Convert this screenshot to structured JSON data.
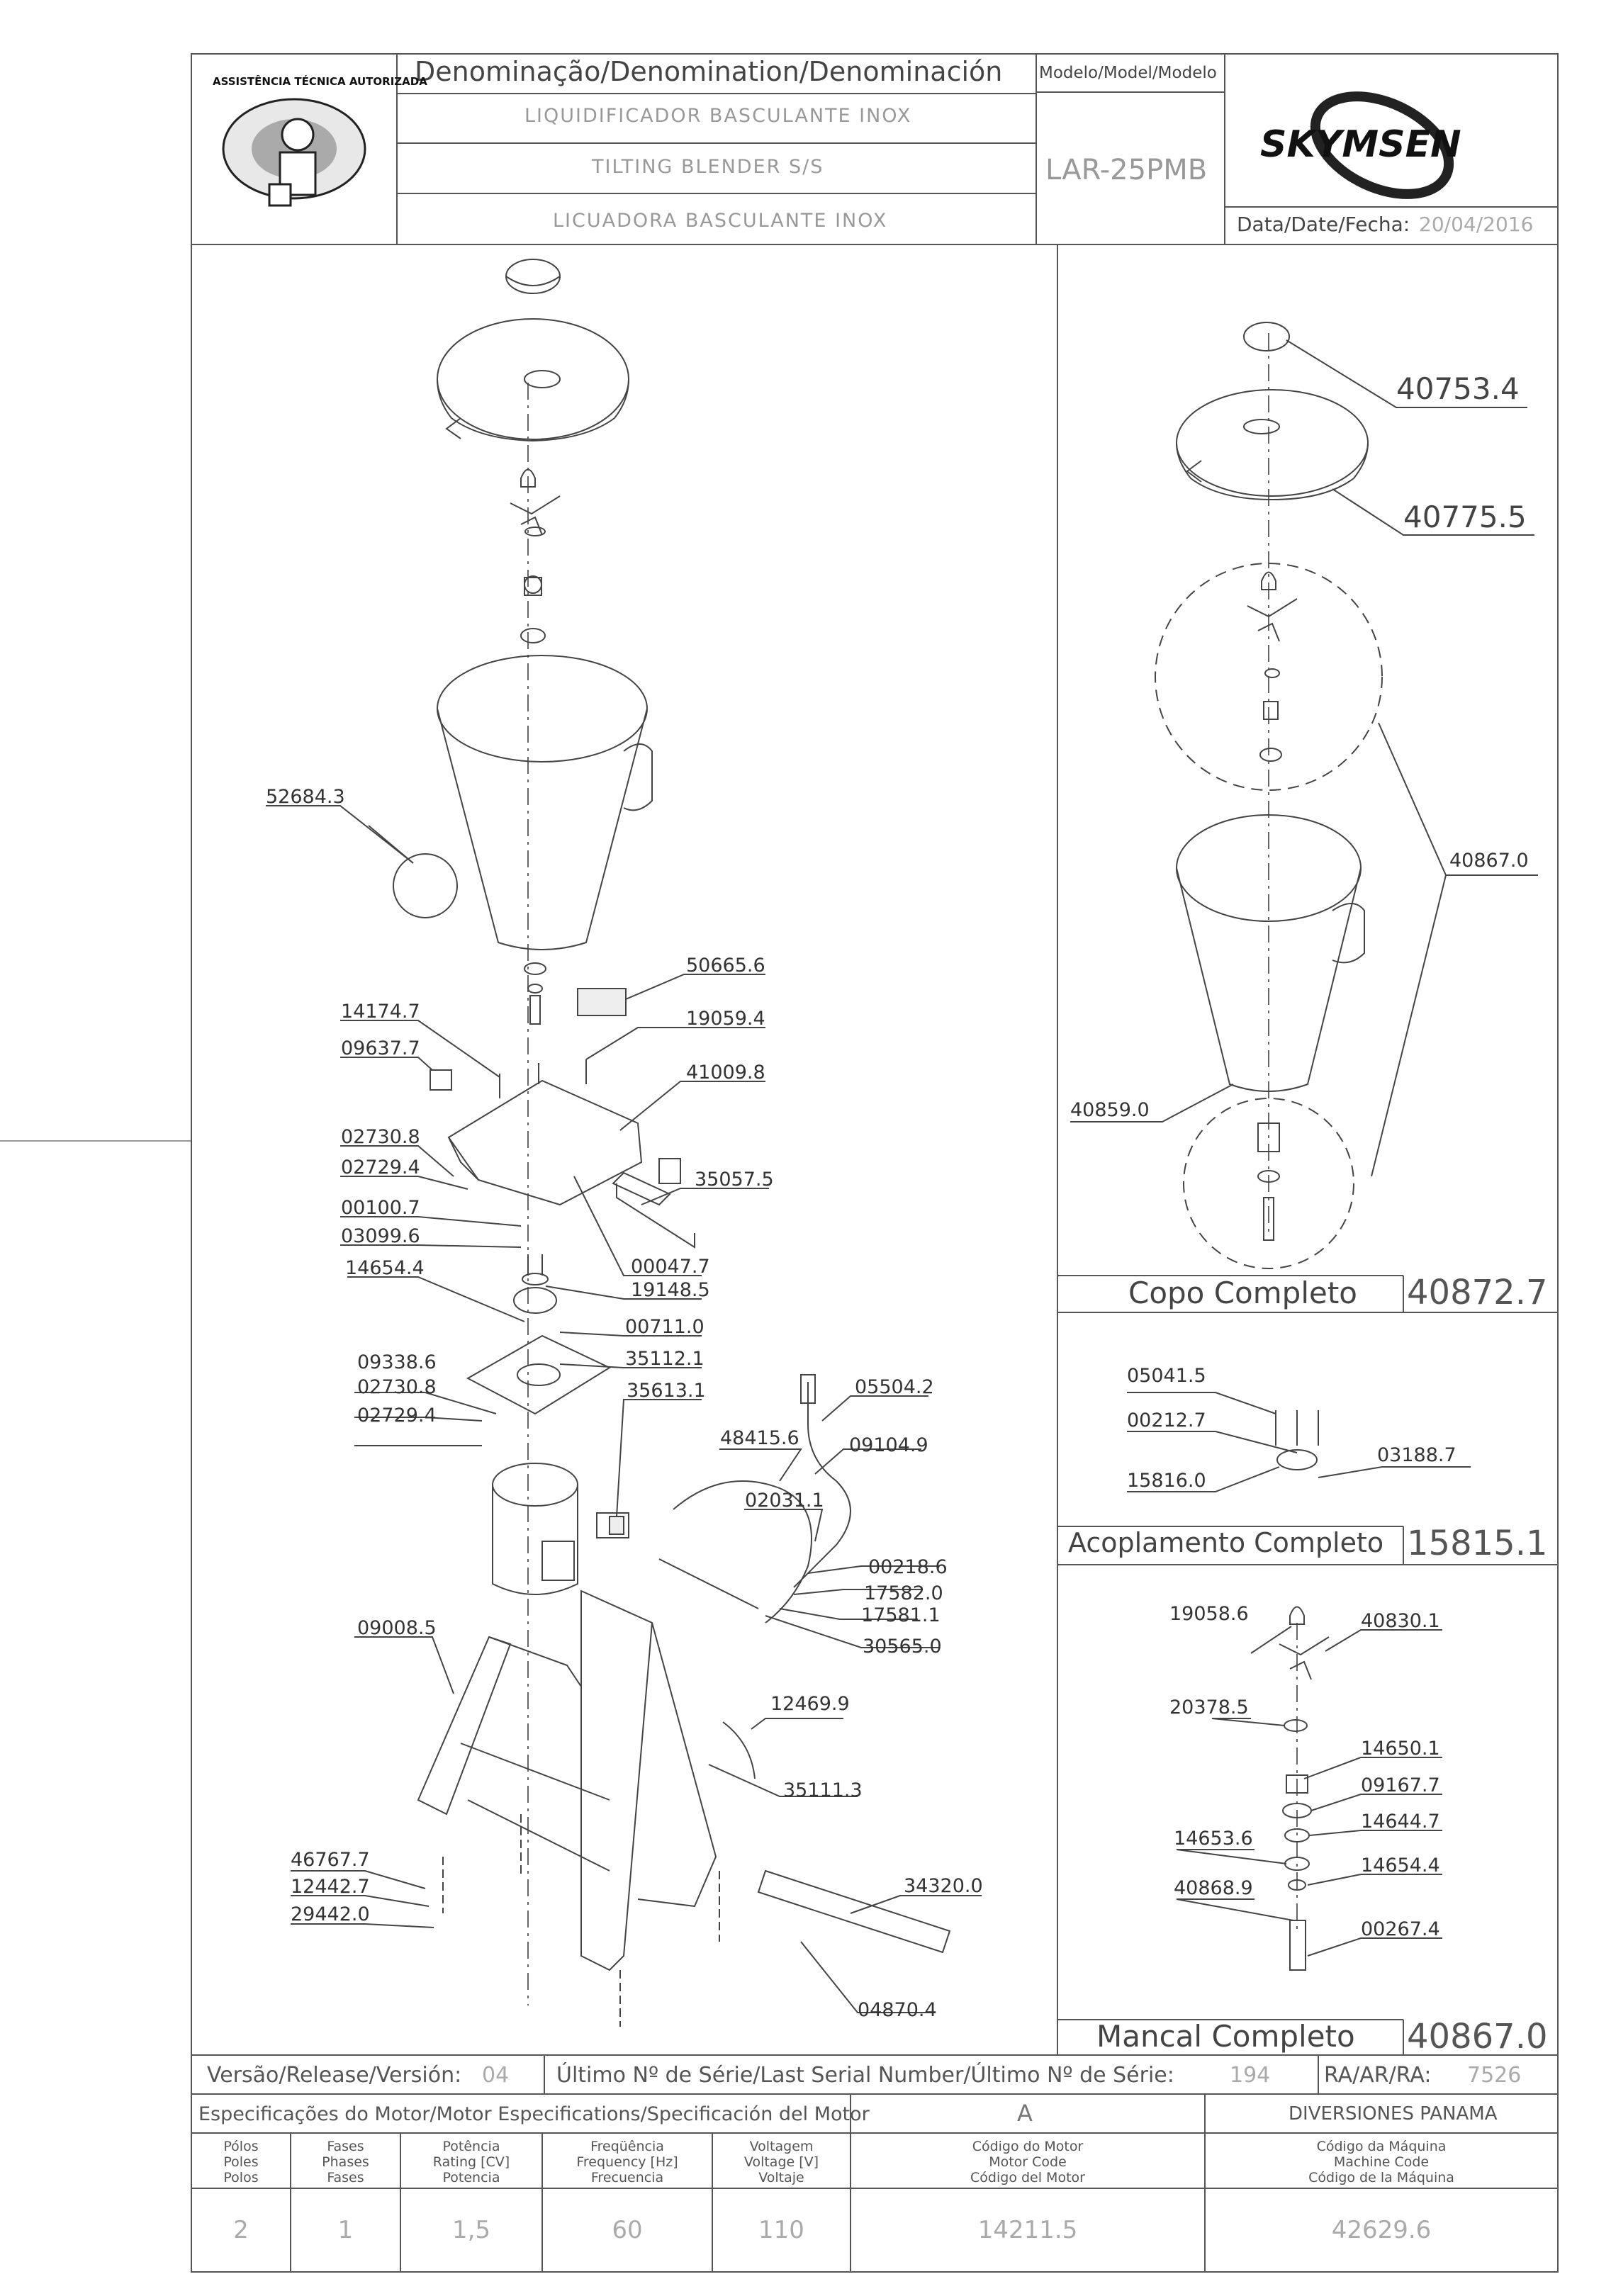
{
  "header": {
    "denomination_label": "Denominação/Denomination/Denominación",
    "names": [
      "LIQUIDIFICADOR BASCULANTE INOX",
      "TILTING BLENDER S/S",
      "LICUADORA BASCULANTE INOX"
    ],
    "model_label": "Modelo/Model/Modelo",
    "model": "LAR-25PMB",
    "brand": "SKYMSEN",
    "date_label": "Data/Date/Fecha:",
    "date": "20/04/2016",
    "seal_text": "ASSISTÊNCIA TÉCNICA AUTORIZADA"
  },
  "parts": {
    "p1": "52684.3",
    "p2": "50665.6",
    "p3": "14174.7",
    "p4": "19059.4",
    "p5": "09637.7",
    "p6": "41009.8",
    "p7": "02730.8",
    "p8": "02729.4",
    "p9": "00100.7",
    "p10": "03099.6",
    "p11": "35057.5",
    "p12": "00047.7",
    "p13": "14654.4",
    "p14": "19148.5",
    "p15": "00711.0",
    "p16": "09338.6",
    "p17": "35112.1",
    "p18": "02730.8",
    "p19": "35613.1",
    "p20": "02729.4",
    "p21": "05504.2",
    "p22": "48415.6",
    "p23": "09104.9",
    "p24": "02031.1",
    "p25": "00218.6",
    "p26": "17582.0",
    "p27": "17581.1",
    "p28": "09008.5",
    "p29": "30565.0",
    "p30": "12469.9",
    "p31": "35111.3",
    "p32": "46767.7",
    "p33": "12442.7",
    "p34": "29442.0",
    "p35": "34320.0",
    "p36": "04870.4"
  },
  "right": {
    "r1": "40753.4",
    "r2": "40775.5",
    "r3": "40867.0",
    "r4": "40859.0",
    "copo_label": "Copo Completo",
    "copo_num": "40872.7",
    "c1": "05041.5",
    "c2": "00212.7",
    "c3": "03188.7",
    "c4": "15816.0",
    "acop_label": "Acoplamento Completo",
    "acop_num": "15815.1",
    "m1": "19058.6",
    "m2": "40830.1",
    "m3": "20378.5",
    "m4": "14650.1",
    "m5": "09167.7",
    "m6": "14644.7",
    "m7": "14653.6",
    "m8": "14654.4",
    "m9": "40868.9",
    "m10": "00267.4",
    "mancal_label": "Mancal Completo",
    "mancal_num": "40867.0"
  },
  "footer": {
    "version_label": "Versão/Release/Versión:",
    "version": "04",
    "serial_label": "Último Nº de Série/Last Serial Number/Último Nº de Série:",
    "serial": "194",
    "ra_label": "RA/AR/RA:",
    "ra": "7526",
    "motor_spec_label": "Especificações do Motor/Motor Especifications/Specificación del Motor",
    "motor_letter": "A",
    "customer": "DIVERSIONES PANAMA",
    "cols": [
      {
        "l1": "Pólos",
        "l2": "Poles",
        "l3": "Polos",
        "v": "2"
      },
      {
        "l1": "Fases",
        "l2": "Phases",
        "l3": "Fases",
        "v": "1"
      },
      {
        "l1": "Potência",
        "l2": "Rating [CV]",
        "l3": "Potencia",
        "v": "1,5"
      },
      {
        "l1": "Freqüência",
        "l2": "Frequency [Hz]",
        "l3": "Frecuencia",
        "v": "60"
      },
      {
        "l1": "Voltagem",
        "l2": "Voltage [V]",
        "l3": "Voltaje",
        "v": "110"
      },
      {
        "l1": "Código do Motor",
        "l2": "Motor Code",
        "l3": "Código del Motor",
        "v": "14211.5"
      },
      {
        "l1": "Código da Máquina",
        "l2": "Machine Code",
        "l3": "Código de la Máquina",
        "v": "42629.6"
      }
    ]
  }
}
